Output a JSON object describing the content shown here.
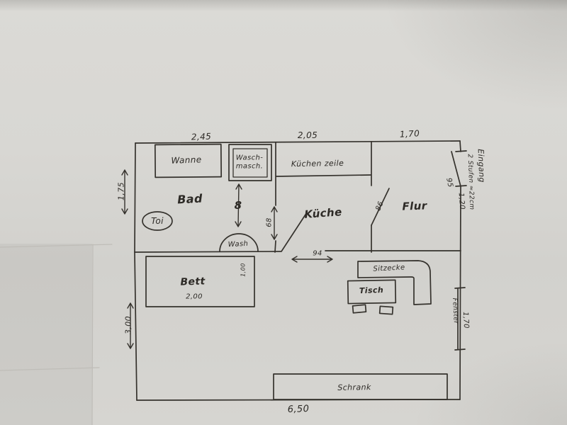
{
  "colors": {
    "paper": "#d7d6d2",
    "ink": "#35322d",
    "crease": "#bfbdb8"
  },
  "rooms": {
    "bad": "Bad",
    "kueche": "Küche",
    "flur": "Flur"
  },
  "fixtures": {
    "wanne": "Wanne",
    "waschmaschine": {
      "line1": "Wasch-",
      "line2": "masch."
    },
    "kuechenzeile": "Küchen zeile",
    "toi": "Toi",
    "wash": "Wash",
    "door_symbol": "8",
    "bett": "Bett",
    "sitzecke": "Sitzecke",
    "tisch": "Tisch",
    "schrank": "Schrank",
    "fenster": "Fenster"
  },
  "dimensions": {
    "top_bad": "2,45",
    "top_kueche": "2,05",
    "top_flur": "1,70",
    "left_upper": "1,75",
    "left_lower": "3,00",
    "bottom": "6,50",
    "right_window": "1,70",
    "opening_living": "94",
    "opening_bad": "68",
    "door_flur": "86",
    "door_entry": "95",
    "entry_width": "1,20",
    "bett_width": "2,00",
    "bett_depth": "1,00"
  },
  "annotations": {
    "eingang": "Eingang",
    "stufen": "2 Stufen ≈22cm"
  }
}
